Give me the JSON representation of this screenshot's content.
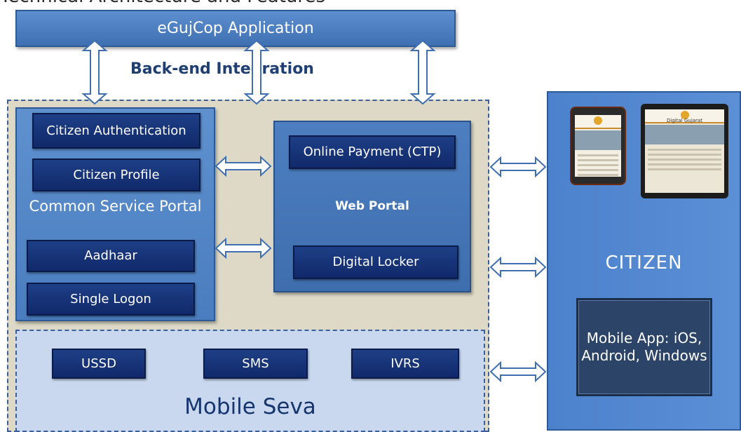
{
  "top_fragment": "Technical Architecture and Features",
  "app_bar": {
    "label": "eGujCop Application"
  },
  "backend_label": "Back-end Integration",
  "csp": {
    "title": "Common Service Portal",
    "items": [
      "Citizen Authentication",
      "Citizen Profile",
      "Aadhaar",
      "Single Logon"
    ]
  },
  "web_portal": {
    "title": "Web Portal",
    "items": [
      "Online Payment (CTP)",
      "Digital Locker"
    ]
  },
  "mobile_seva": {
    "title": "Mobile Seva",
    "items": [
      "USSD",
      "SMS",
      "IVRS"
    ]
  },
  "citizen": {
    "label": "CITIZEN",
    "tablet_title": "Digital Gujarat",
    "mobile_app": "Mobile App: iOS, Android, Windows"
  },
  "colors": {
    "panel_blue": "#4a7dbf",
    "dark_box": "#11296a",
    "platform_bg": "#ddd9c6",
    "mobile_seva_bg": "#c9d8ee"
  }
}
